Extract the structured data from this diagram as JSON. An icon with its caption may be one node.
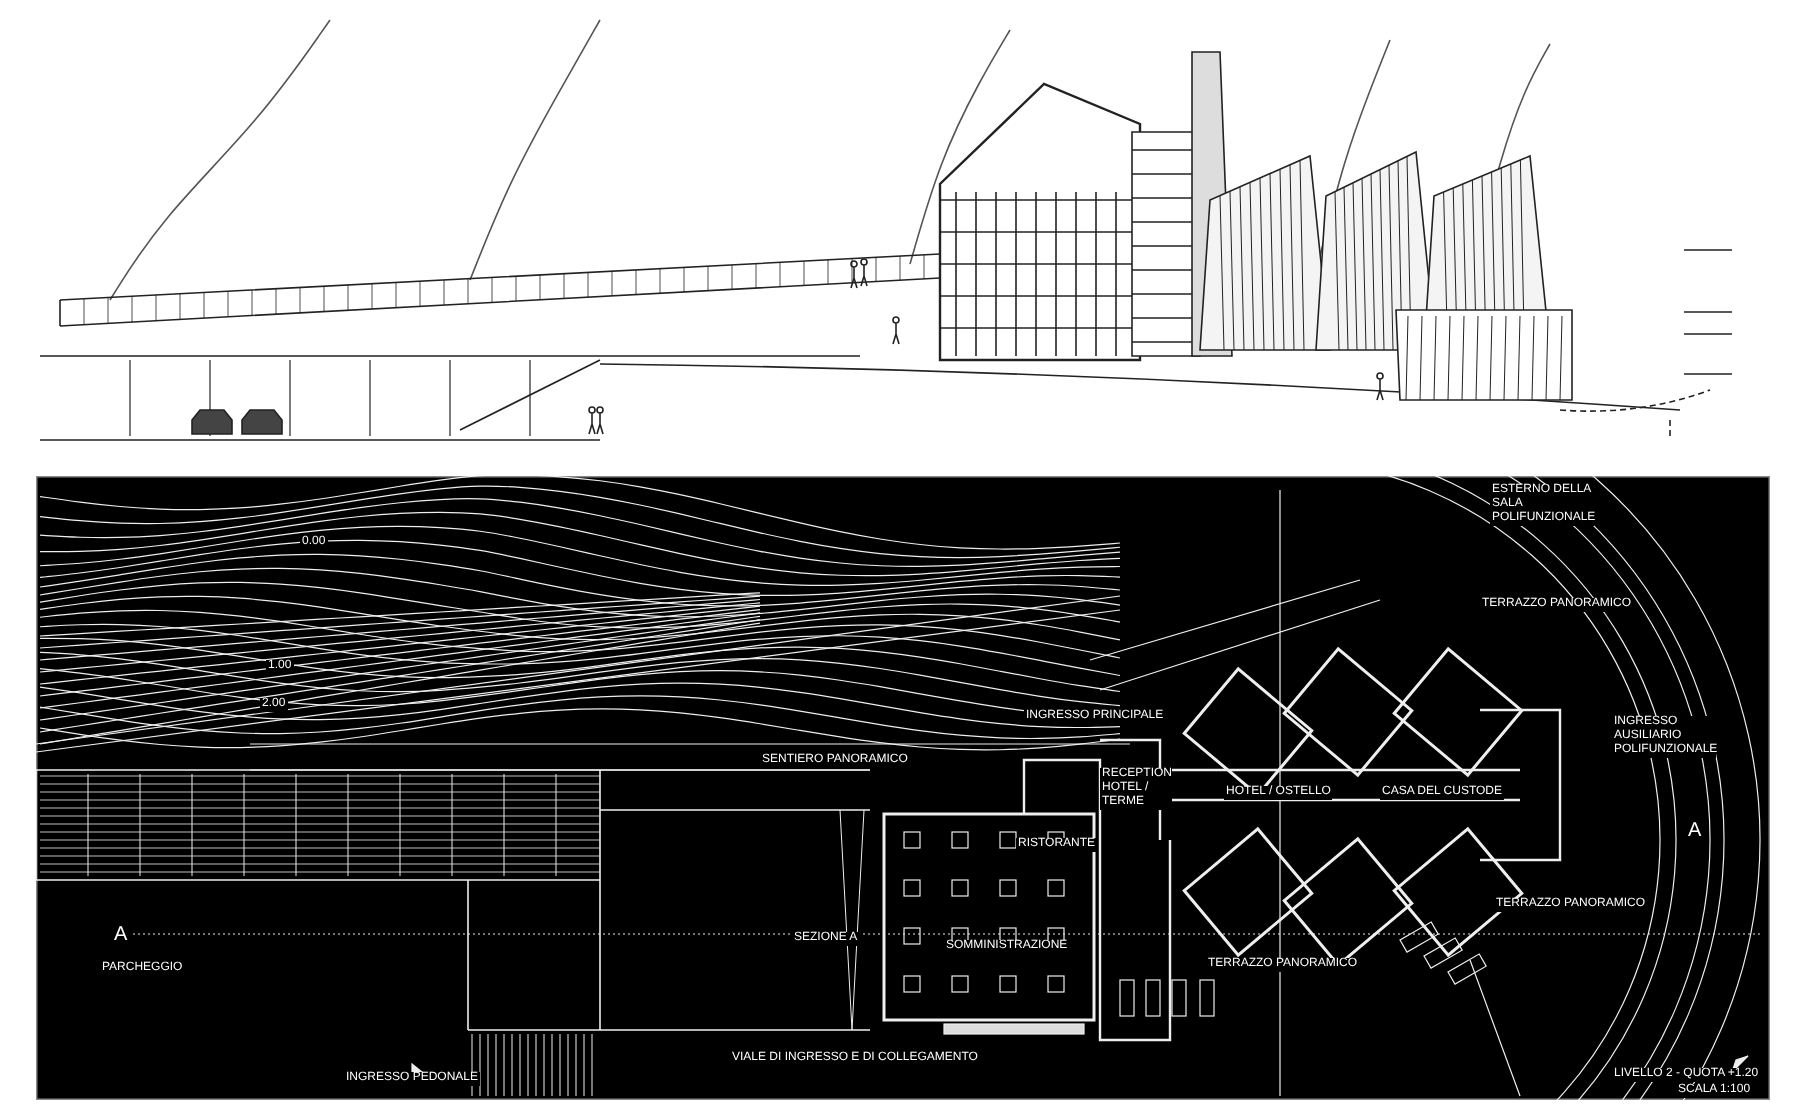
{
  "diagram": {
    "labels": [
      "ESTERNO DELLA SALA POLIFUNZIONALE",
      "0.00",
      "TERRAZZO PANORAMICO",
      "1.00",
      "2.00",
      "INGRESSO PRINCIPALE",
      "INGRESSO AUSILIARIO POLIFUNZIONALE",
      "SENTIERO PANORAMICO",
      "RECEPTION HOTEL / TERME",
      "HOTEL / OSTELLO",
      "CASA DEL CUSTODE",
      "RISTORANTE",
      "A",
      "SEZIONE A",
      "A",
      "TERRAZZO PANORAMICO",
      "SOMMINISTRAZIONE",
      "PARCHEGGIO",
      "TERRAZZO PANORAMICO",
      "VIALE DI INGRESSO E DI COLLEGAMENTO",
      "INGRESSO PEDONALE",
      "LIVELLO 2 - QUOTA +1.20",
      "SCALA 1:100"
    ]
  }
}
